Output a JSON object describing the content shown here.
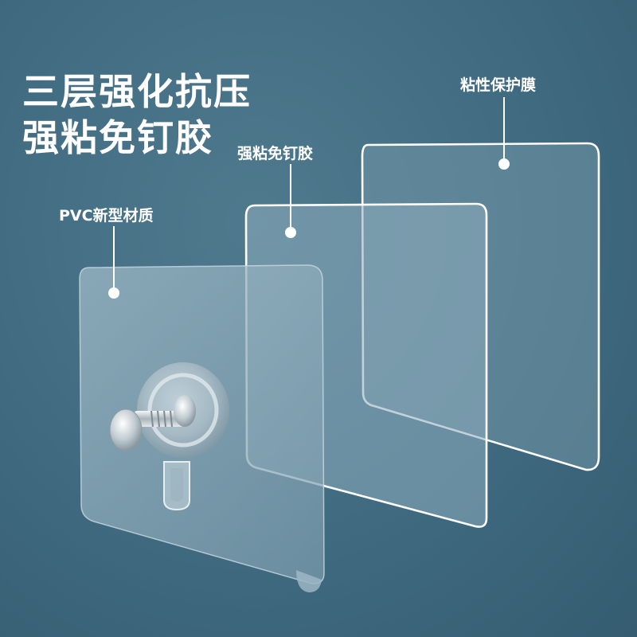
{
  "headline": {
    "line1": "三层强化抗压",
    "line2": "强粘免钉胶"
  },
  "callouts": {
    "protective_film": "粘性保护膜",
    "adhesive": "强粘免钉胶",
    "pvc_material": "PVC新型材质"
  },
  "colors": {
    "background": "#416c81",
    "text": "#ffffff",
    "film_outline": "#ffffff"
  }
}
